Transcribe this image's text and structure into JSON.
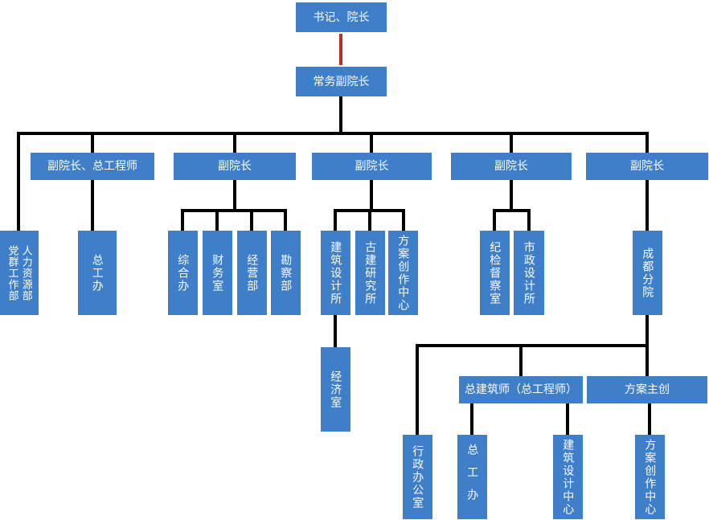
{
  "colors": {
    "box_fill": "#3f7fca",
    "connector": "#000000",
    "red_connector": "#bb2f25",
    "text": "#ffffff"
  },
  "org": {
    "level1": "书记、院长",
    "level2": "常务副院长",
    "direct": [
      "党群工作部",
      "人力资源部"
    ],
    "branches": [
      {
        "head": "副院长、总工程师",
        "children": [
          "总工办"
        ]
      },
      {
        "head": "副院长",
        "children": [
          "综合办",
          "财务室",
          "经营部",
          "勘察部"
        ]
      },
      {
        "head": "副院长",
        "children": [
          "建筑设计所",
          "古建研究所",
          "方案创作中心"
        ],
        "grandchild": "经济室"
      },
      {
        "head": "副院长",
        "children": [
          "纪检督察室",
          "市政设计所"
        ]
      },
      {
        "head": "副院长",
        "children": [
          "成都分院"
        ]
      }
    ],
    "chengdu": {
      "admin": "行政办公室",
      "groups": [
        {
          "head": "总建筑师（总工程师）",
          "children": [
            "总工办",
            "建筑设计中心"
          ]
        },
        {
          "head": "方案主创",
          "children": [
            "方案创作中心"
          ]
        }
      ]
    }
  }
}
